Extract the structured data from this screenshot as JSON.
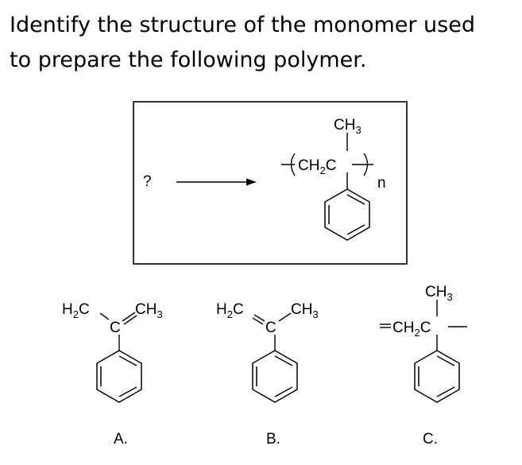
{
  "question": {
    "line1": "Identify the structure of the monomer used",
    "line2": "to prepare the following polymer."
  },
  "reaction": {
    "reactant": "?",
    "polymer": {
      "methyl": "CH",
      "methyl_sub": "3",
      "backbone_ch": "CH",
      "backbone_ch_sub": "2",
      "backbone_c": "C",
      "repeat_index": "n"
    }
  },
  "choices": [
    {
      "label": "A.",
      "left_group": "H",
      "left_group_sub": "2",
      "left_group_c": "C",
      "center": "C",
      "right_group": "CH",
      "right_group_sub": "3"
    },
    {
      "label": "B.",
      "left_group": "H",
      "left_group_sub": "2",
      "left_group_c": "C",
      "center": "C",
      "right_group": "CH",
      "right_group_sub": "3"
    },
    {
      "label": "C.",
      "methyl": "CH",
      "methyl_sub": "3",
      "chain": "CH",
      "chain_sub": "2",
      "chain_c": "C"
    }
  ]
}
